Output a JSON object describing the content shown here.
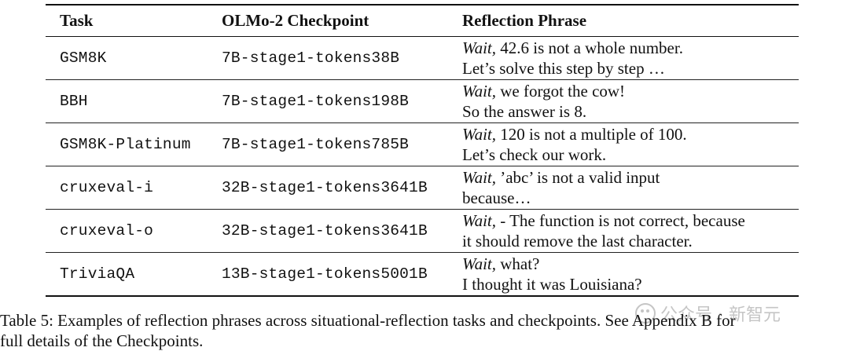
{
  "table": {
    "headers": [
      "Task",
      "OLMo-2 Checkpoint",
      "Reflection Phrase"
    ],
    "rows": [
      {
        "task": "GSM8K",
        "checkpoint": "7B-stage1-tokens38B",
        "phrase_lead": "Wait,",
        "phrase_line1": " 42.6 is not a whole number.",
        "phrase_line2": "Let’s solve this step by step …"
      },
      {
        "task": "BBH",
        "checkpoint": "7B-stage1-tokens198B",
        "phrase_lead": "Wait,",
        "phrase_line1": " we forgot the cow!",
        "phrase_line2": "So the answer is 8."
      },
      {
        "task": "GSM8K-Platinum",
        "checkpoint": "7B-stage1-tokens785B",
        "phrase_lead": "Wait,",
        "phrase_line1": " 120 is not a multiple of 100.",
        "phrase_line2": "Let’s check our work."
      },
      {
        "task": "cruxeval-i",
        "checkpoint": "32B-stage1-tokens3641B",
        "phrase_lead": "Wait,",
        "phrase_line1": " ’abc’ is not a valid input",
        "phrase_line2": "because…"
      },
      {
        "task": "cruxeval-o",
        "checkpoint": "32B-stage1-tokens3641B",
        "phrase_lead": "Wait,",
        "phrase_line1": " - The function is not correct, because",
        "phrase_line2": "it should remove the last character."
      },
      {
        "task": "TriviaQA",
        "checkpoint": "13B-stage1-tokens5001B",
        "phrase_lead": "Wait,",
        "phrase_line1": " what?",
        "phrase_line2": "I thought it was Louisiana?"
      }
    ]
  },
  "caption": {
    "line1": "Table 5: Examples of reflection phrases across situational-reflection tasks and checkpoints. See Appendix B for",
    "line2": "full details of the Checkpoints."
  },
  "watermark": {
    "text": "公众号 · 新智元",
    "icon": "wechat-icon"
  }
}
